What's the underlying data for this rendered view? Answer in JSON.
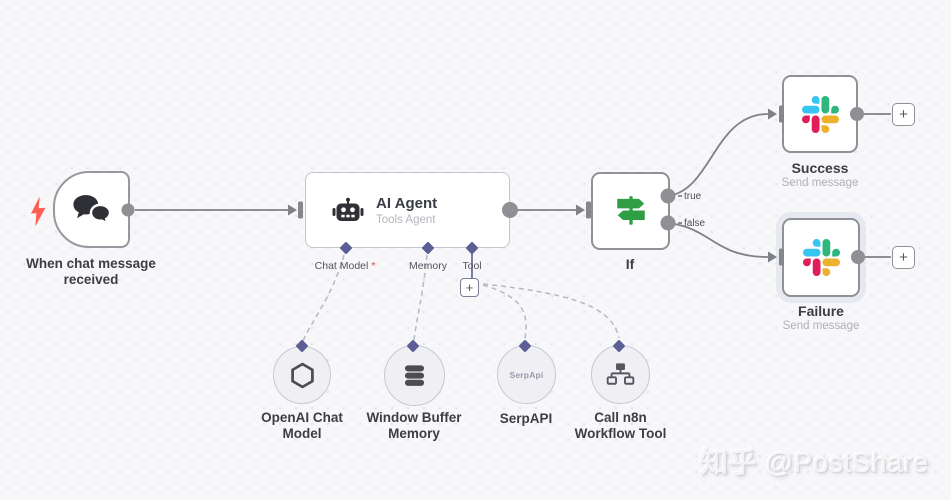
{
  "watermark": {
    "brand": "知乎",
    "handle": "@PostShare"
  },
  "ui": {
    "plus": "+"
  },
  "nodes": {
    "trigger": {
      "label": "When chat message received"
    },
    "agent": {
      "title": "AI Agent",
      "subtitle": "Tools Agent",
      "ports": [
        {
          "label": "Chat Model",
          "required": "*"
        },
        {
          "label": "Memory",
          "required": ""
        },
        {
          "label": "Tool",
          "required": ""
        }
      ]
    },
    "if": {
      "label": "If",
      "output_true": "true",
      "output_false": "false"
    },
    "success": {
      "label": "Success",
      "subtitle": "Send message"
    },
    "failure": {
      "label": "Failure",
      "subtitle": "Send message"
    },
    "openai": {
      "label": "OpenAI Chat Model"
    },
    "window_memory": {
      "label": "Window Buffer Memory"
    },
    "serpapi": {
      "label": "SerpAPI",
      "badge": "SerpApi"
    },
    "n8n_tool": {
      "label": "Call n8n Workflow Tool"
    }
  },
  "colors": {
    "canvas_background": "#f7f7f9",
    "canvas_dots": "#e3e3e8",
    "edge_gray": "#7f8186",
    "dashed_edge": "#b6b8c2",
    "port_diamond_indigo": "#5c5f96",
    "trigger_bolt_red": "#ff5f52",
    "if_icon_green": "#2f9e44",
    "slack_blue": "#36C5F0",
    "slack_green": "#2EB67D",
    "slack_red": "#E01E5A",
    "slack_yellow": "#ECB22E",
    "required_asterisk_red": "#e0452f"
  },
  "icons": {
    "trigger": "chat-bubbles-icon",
    "trigger_badge": "lightning-bolt-icon",
    "agent": "robot-icon",
    "if": "signpost-icon",
    "success": "slack-icon",
    "failure": "slack-icon",
    "openai": "openai-logo-icon",
    "window_memory": "database-icon",
    "n8n_tool": "sitemap-icon",
    "plus_buttons": "plus-icon"
  }
}
